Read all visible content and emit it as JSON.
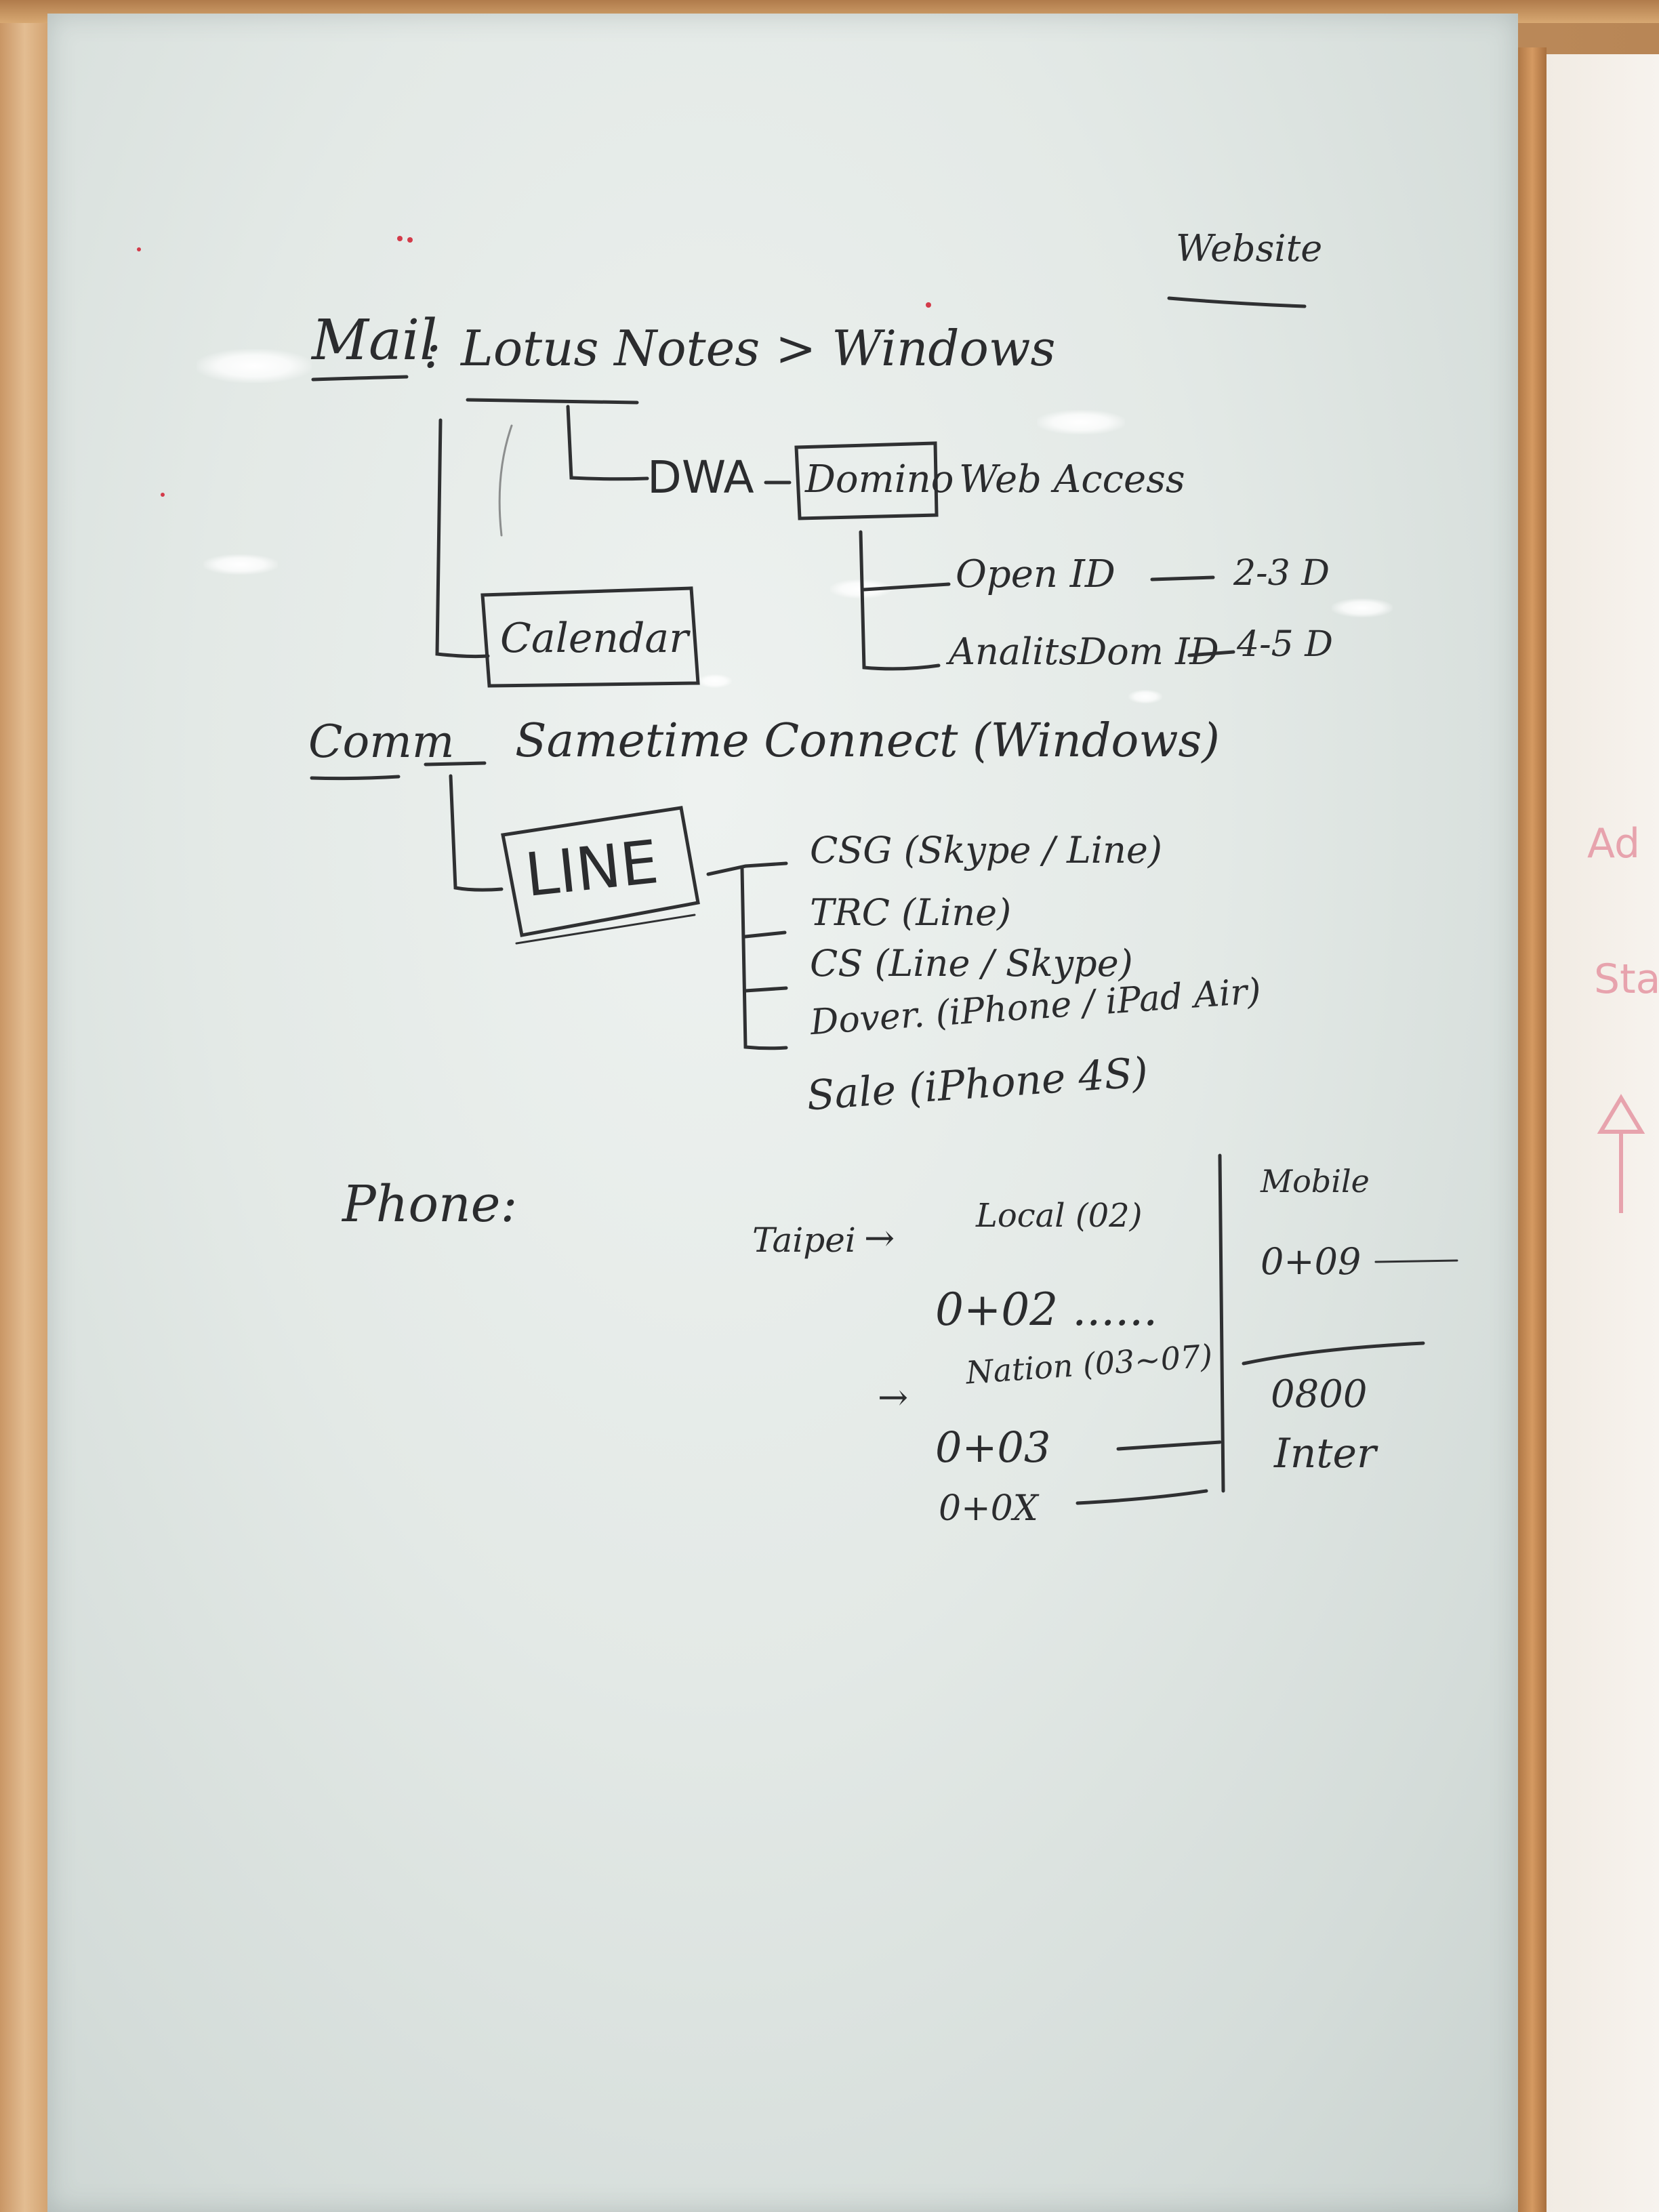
{
  "whiteboard": {
    "corner_label": "Website",
    "mail": {
      "heading": "Mail",
      "colon": ":",
      "system": "Lotus Notes > Windows",
      "dwa": "DWA",
      "domino_box": "Domino",
      "web_access": "Web Access",
      "open_id": "Open ID",
      "open_id_days": "2-3 D",
      "analytics_id": "AnalitsDom ID",
      "analytics_days": "4-5 D",
      "calendar_box": "Calendar"
    },
    "comm": {
      "heading": "Comm",
      "sametime": "Sametime Connect (Windows)",
      "line_box": "LINE",
      "items": [
        "CSG (Skype / Line)",
        "TRC (Line)",
        "CS (Line / Skype)",
        "Dover. (iPhone / iPad Air)",
        "Sale (iPhone 4S)"
      ]
    },
    "phone": {
      "heading": "Phone:",
      "taipei": "Taipei",
      "arrow_1": "→",
      "local": "Local (02)",
      "dial_02": "0+02 ......",
      "arrow_2": "→",
      "nation": "Nation (03~07)",
      "dial_03": "0+03",
      "dial_0": "0+0X",
      "mobile_label": "Mobile",
      "dial_09": "0+09",
      "toll_free": "0800",
      "inter": "Inter"
    }
  },
  "colors": {
    "board": "#e6ebe9",
    "ink": "#2b2c2e",
    "frame": "#d2a16e",
    "marker_red": "#d33b4a"
  }
}
